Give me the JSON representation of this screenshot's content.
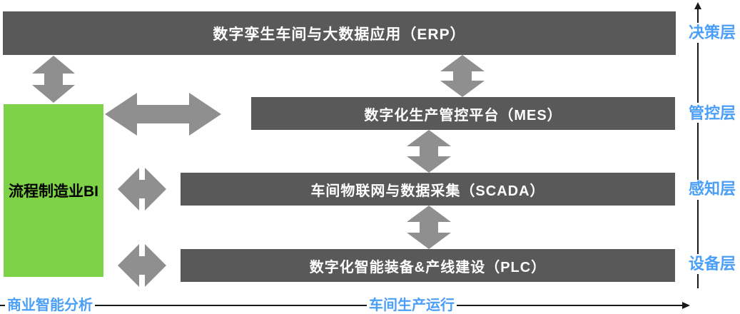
{
  "bars": [
    {
      "id": "erp",
      "label": "数字孪生车间与大数据应用（ERP）"
    },
    {
      "id": "mes",
      "label": "数字化生产管控平台（MES）"
    },
    {
      "id": "scada",
      "label": "车间物联网与数据采集（SCADA）"
    },
    {
      "id": "plc",
      "label": "数字化智能装备&产线建设（PLC）"
    }
  ],
  "bi_box": {
    "label": "流程制造业BI"
  },
  "layer_labels": [
    "决策层",
    "管控层",
    "感知层",
    "设备层"
  ],
  "bottom_axis": {
    "left_label": "商业智能分析",
    "right_label": "车间生产运行"
  },
  "colors": {
    "bar_background": "#595959",
    "bar_text": "#ffffff",
    "arrow_gray": "#8f8f8f",
    "bi_green": "#7ed248",
    "label_blue": "#4b9ff7",
    "axis_black": "#1a1a1a"
  }
}
